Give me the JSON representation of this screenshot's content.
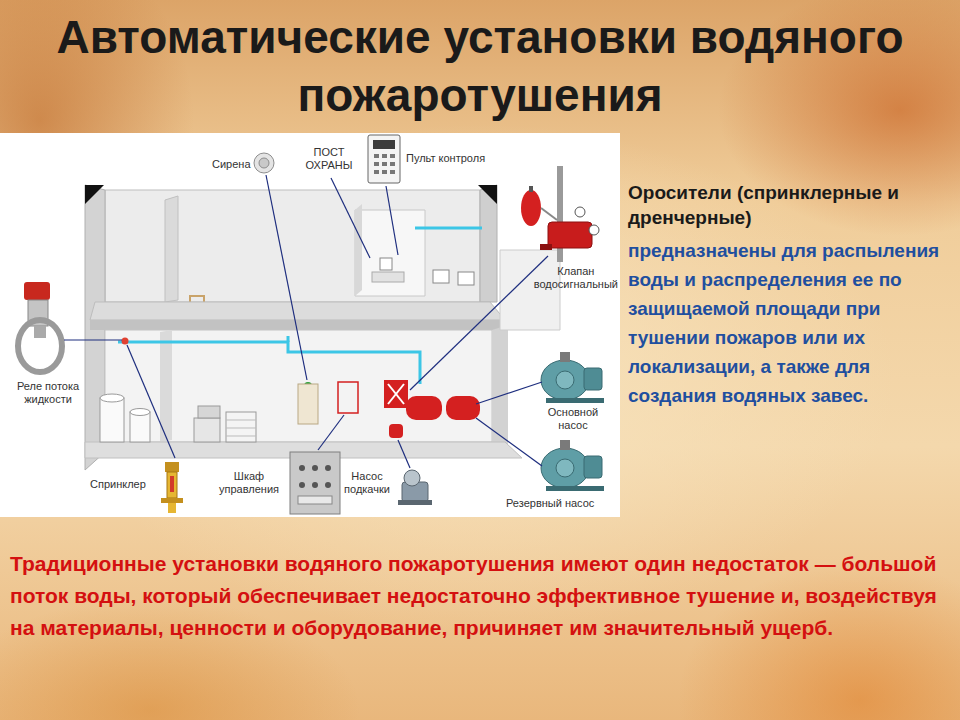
{
  "diagram": {
    "title": "Автоматические установки водяного пожаротушения",
    "labels": [
      "Сирена",
      "ПОСТ ОХРАНЫ",
      "Пульт контроля",
      "Оросители (спринклерные и дренчерные)",
      "предназначены для распыления воды и распределения ее по защищаемой площади при тушении пожаров или их локализации, а также для создания водяных завес.",
      "Клапан водосигнальный",
      "Реле потока жидкости",
      "Основной насос",
      "Резервный насос",
      "Спринклер",
      "Шкаф управления",
      "Насос подкачки",
      "Традиционные установки водяного пожаротушения имеют один недостаток — большой поток воды, который обеспечивает недостаточно эффективное тушение и, воздействуя на материалы, ценности и оборудование, причиняет им значительный ущерб."
    ]
  }
}
